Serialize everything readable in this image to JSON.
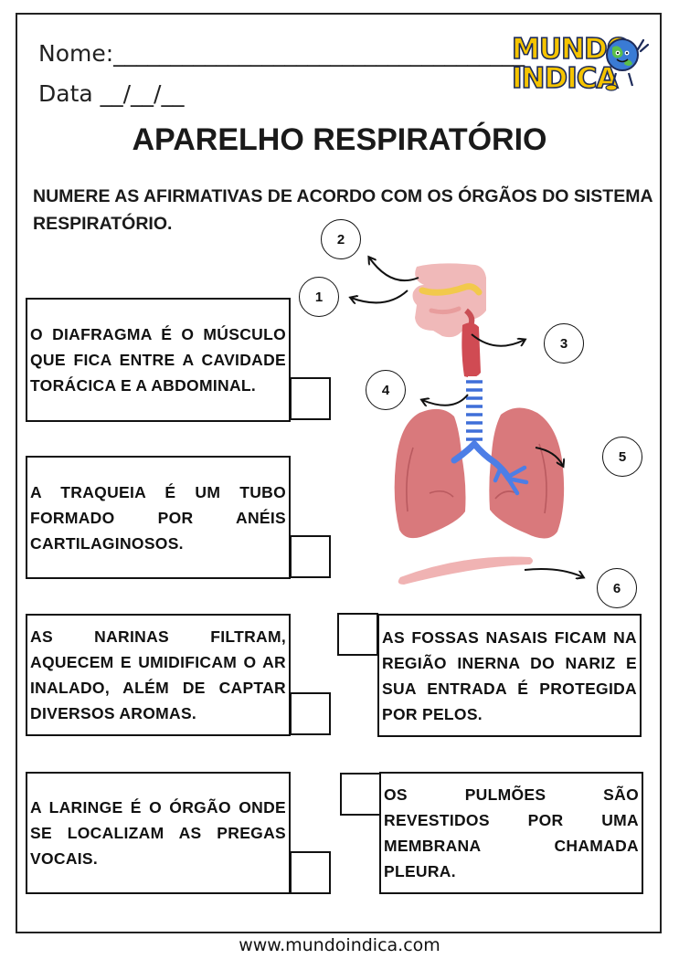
{
  "header": {
    "name_label": "Nome:____________________________________",
    "date_label": "Data __/__/__"
  },
  "logo": {
    "line1": "MUNDO",
    "line2": "INDICA"
  },
  "title": "APARELHO RESPIRATÓRIO",
  "instructions": "NUMERE AS AFIRMATIVAS DE ACORDO COM OS ÓRGÃOS DO SISTEMA RESPIRATÓRIO.",
  "diagram_numbers": [
    "1",
    "2",
    "3",
    "4",
    "5",
    "6"
  ],
  "statements": {
    "diafragma": "O DIAFRAGMA É O MÚSCULO QUE FICA ENTRE A CAVIDADE TORÁCICA E A ABDOMINAL.",
    "traqueia": "A TRAQUEIA É UM TUBO FORMADO POR ANÉIS CARTILAGINOSOS.",
    "narinas": "AS NARINAS FILTRAM, AQUECEM E UMIDIFICAM O AR INALADO, ALÉM DE CAPTAR DIVERSOS AROMAS.",
    "laringe": "A LARINGE É O ÓRGÃO ONDE SE LOCALIZAM AS PREGAS VOCAIS.",
    "fossas": "AS FOSSAS NASAIS FICAM NA REGIÃO INERNA DO NARIZ E SUA ENTRADA É PROTEGIDA POR PELOS.",
    "pulmoes": "OS PULMÕES SÃO REVESTIDOS POR UMA MEMBRANA CHAMADA PLEURA."
  },
  "footer": "www.mundoindica.com",
  "colors": {
    "lung": "#d9797c",
    "lung_dark": "#b95a5f",
    "trachea": "#3f6fd8",
    "bronchi": "#4d7ee6",
    "nasal": "#f0b9b9",
    "sinus": "#f2c94c",
    "diaphragm": "#f0b3b3",
    "logo_yellow": "#f5c400",
    "logo_navy": "#1d2b5a"
  }
}
